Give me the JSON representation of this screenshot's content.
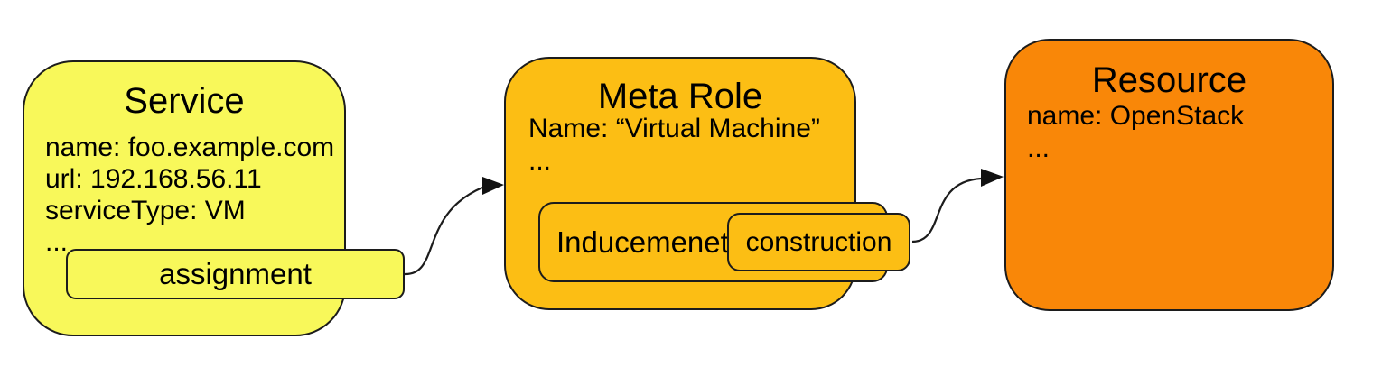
{
  "diagram": {
    "background_color": "#ffffff",
    "stroke_color": "#1c1c1c",
    "nodes": {
      "service": {
        "title": "Service",
        "fill": "#f8f85a",
        "lines": [
          "name: foo.example.com",
          "url: 192.168.56.11",
          "serviceType: VM",
          "..."
        ],
        "attachment": {
          "label": "assignment",
          "fill": "#f8f85a"
        }
      },
      "meta_role": {
        "title": "Meta Role",
        "fill": "#fcbe14",
        "lines": [
          "Name: “Virtual Machine”",
          "..."
        ],
        "attachments": [
          {
            "label": "Inducemenet",
            "fill": "#fcbe14"
          },
          {
            "label": "construction",
            "fill": "#fcbe14"
          }
        ]
      },
      "resource": {
        "title": "Resource",
        "fill": "#f98708",
        "lines": [
          "name: OpenStack",
          "..."
        ]
      }
    },
    "edges": [
      {
        "from": "assignment",
        "to": "Meta Role",
        "style": "curved-arrow"
      },
      {
        "from": "construction",
        "to": "Resource",
        "style": "curved-arrow"
      }
    ]
  }
}
